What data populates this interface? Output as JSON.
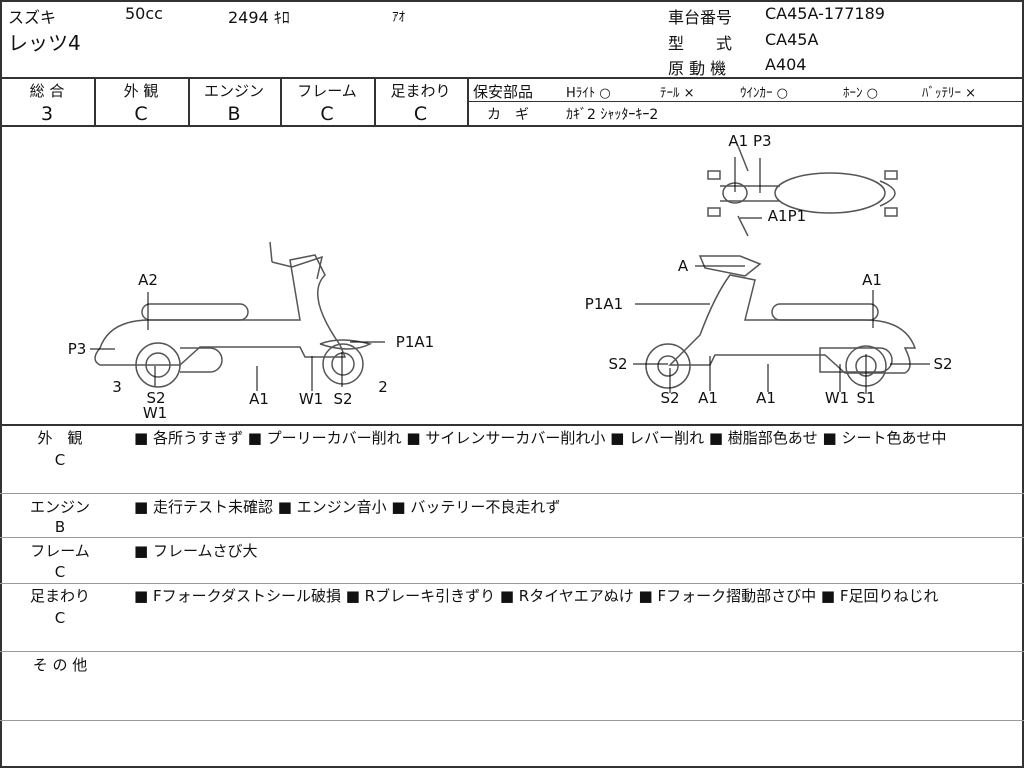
{
  "header": {
    "maker": "スズキ",
    "displacement": "50cc",
    "mileage": "2494 ｷﾛ",
    "color": "ｱｵ",
    "model": "レッツ4",
    "frame_no_label": "車台番号",
    "frame_no": "CA45A-177189",
    "type_label": "型　　式",
    "type": "CA45A",
    "engine_label": "原 動 機",
    "engine": "A404"
  },
  "grades": [
    {
      "label": "総 合",
      "value": "3"
    },
    {
      "label": "外 観",
      "value": "C"
    },
    {
      "label": "エンジン",
      "value": "B"
    },
    {
      "label": "フレーム",
      "value": "C"
    },
    {
      "label": "足まわり",
      "value": "C"
    }
  ],
  "safety": {
    "label": "保安部品",
    "items": [
      "Hﾗｲﾄ ○",
      "ﾃｰﾙ ×",
      "ｳｲﾝｶｰ ○",
      "ﾎｰﾝ ○",
      "ﾊﾞｯﾃﾘｰ ×"
    ],
    "key_label": "カ　ギ",
    "key_value": "ｶｷﾞ2 ｼｬｯﾀｰｷｰ2"
  },
  "diagram": {
    "left": [
      "A2",
      "P3",
      "3",
      "S2",
      "W1",
      "A1",
      "W1",
      "S2",
      "2",
      "P1A1"
    ],
    "right": [
      "A",
      "P1A1",
      "S2",
      "S2",
      "A1",
      "A1",
      "W1",
      "S1",
      "S2",
      "A1"
    ],
    "top": [
      "A1 P3",
      "A1P1"
    ]
  },
  "notes": [
    {
      "category": "外　観",
      "grade": "C",
      "text": "■ 各所うすきず ■ プーリーカバー削れ ■ サイレンサーカバー削れ小 ■ レバー削れ ■ 樹脂部色あせ ■ シート色あせ中"
    },
    {
      "category": "エンジン",
      "grade": "B",
      "text": "■ 走行テスト未確認 ■ エンジン音小 ■ バッテリー不良走れず"
    },
    {
      "category": "フレーム",
      "grade": "C",
      "text": "■ フレームさび大"
    },
    {
      "category": "足まわり",
      "grade": "C",
      "text": "■ Fフォークダストシール破損 ■ Rブレーキ引きずり ■ Rタイヤエアぬけ ■ Fフォーク摺動部さび中 ■ F足回りねじれ"
    },
    {
      "category": "そ の 他",
      "grade": "",
      "text": ""
    }
  ]
}
